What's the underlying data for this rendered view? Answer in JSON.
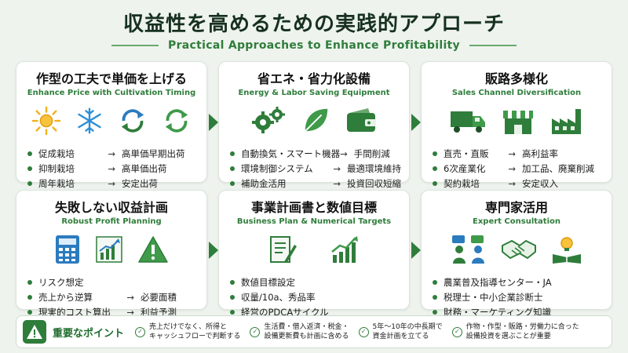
{
  "title": "収益性を高めるための実践的アプローチ",
  "subtitle": "Practical Approaches to Enhance Profitability",
  "cards": [
    {
      "title": "作型の工夫で単価を上げる",
      "subtitle": "Enhance Price with Cultivation Timing",
      "icons": [
        "sun-icon",
        "snowflake-icon",
        "cycle-arrows-blue-icon",
        "cycle-arrows-green-icon"
      ],
      "items": [
        {
          "label": "促成栽培",
          "arrow": "→",
          "result": "高単価早期出荷"
        },
        {
          "label": "抑制栽培",
          "arrow": "→",
          "result": "高単価出荷"
        },
        {
          "label": "周年栽培",
          "arrow": "→",
          "result": "安定出荷"
        }
      ]
    },
    {
      "title": "省エネ・省力化設備",
      "subtitle": "Energy & Labor Saving Equipment",
      "icons": [
        "gears-icon",
        "leaf-icon",
        "wallet-icon"
      ],
      "items": [
        {
          "label": "自動換気・スマート機器",
          "arrow": "→",
          "result": "手間削減"
        },
        {
          "label": "環境制御システム",
          "arrow": "→",
          "result": "最適環境維持"
        },
        {
          "label": "補助金活用",
          "arrow": "→",
          "result": "投資回収短縮"
        }
      ]
    },
    {
      "title": "販路多様化",
      "subtitle": "Sales Channel Diversification",
      "icons": [
        "truck-icon",
        "store-icon",
        "factory-icon"
      ],
      "items": [
        {
          "label": "直売・直販",
          "arrow": "→",
          "result": "高利益率"
        },
        {
          "label": "6次産業化",
          "arrow": "→",
          "result": "加工品、廃棄削減"
        },
        {
          "label": "契約栽培",
          "arrow": "→",
          "result": "安定収入"
        }
      ]
    },
    {
      "title": "失敗しない収益計画",
      "subtitle": "Robust Profit Planning",
      "icons": [
        "calculator-icon",
        "growth-chart-icon",
        "warning-icon"
      ],
      "items": [
        {
          "label": "リスク想定",
          "arrow": "",
          "result": ""
        },
        {
          "label": "売上から逆算",
          "arrow": "→",
          "result": "必要面積"
        },
        {
          "label": "現実的コスト算出",
          "arrow": "→",
          "result": "利益予測"
        }
      ]
    },
    {
      "title": "事業計画書と数値目標",
      "subtitle": "Business Plan & Numerical Targets",
      "icons": [
        "document-pen-icon",
        "trend-chart-icon"
      ],
      "items": [
        {
          "label": "数値目標設定",
          "arrow": "",
          "result": ""
        },
        {
          "label": "収量/10a、秀品率",
          "arrow": "",
          "result": ""
        },
        {
          "label": "経営のPDCAサイクル",
          "arrow": "",
          "result": ""
        }
      ]
    },
    {
      "title": "専門家活用",
      "subtitle": "Expert Consultation",
      "icons": [
        "consultation-icon",
        "handshake-icon",
        "book-idea-icon"
      ],
      "items": [
        {
          "label": "農業普及指導センター・JA",
          "arrow": "",
          "result": ""
        },
        {
          "label": "税理士・中小企業診断士",
          "arrow": "",
          "result": ""
        },
        {
          "label": "財務・マーケティング知識",
          "arrow": "",
          "result": ""
        }
      ]
    }
  ],
  "key_points": {
    "title": "重要なポイント",
    "points": [
      {
        "line1": "売上だけでなく、所得と",
        "line2": "キャッシュフローで判断する"
      },
      {
        "line1": "生活費・借入返済・税金・",
        "line2": "設備更新費も計画に含める"
      },
      {
        "line1": "5年〜10年の中長期で",
        "line2": "資金計画を立てる"
      },
      {
        "line1": "作物・作型・販路・労働力に合った",
        "line2": "設備投資を選ぶことが重要"
      }
    ]
  },
  "colors": {
    "accent_green": "#2f7d3b",
    "light_green": "#6aa86f",
    "blue": "#2b7bbf",
    "sun_yellow": "#f2b01e",
    "background": "#eef3ee"
  }
}
